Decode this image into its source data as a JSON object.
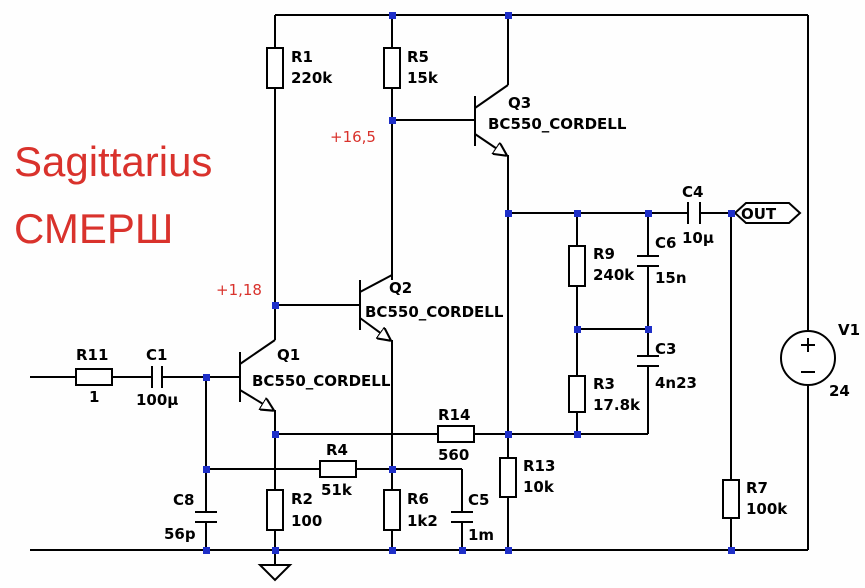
{
  "title": {
    "line1": "Sagittarius",
    "line2": "СМЕРШ"
  },
  "voltages": {
    "v1": "+16,5",
    "v2": "+1,18"
  },
  "components": {
    "R1": {
      "name": "R1",
      "value": "220k"
    },
    "R2": {
      "name": "R2",
      "value": "100"
    },
    "R3": {
      "name": "R3",
      "value": "17.8k"
    },
    "R4": {
      "name": "R4",
      "value": "51k"
    },
    "R5": {
      "name": "R5",
      "value": "15k"
    },
    "R6": {
      "name": "R6",
      "value": "1k2"
    },
    "R7": {
      "name": "R7",
      "value": "100k"
    },
    "R9": {
      "name": "R9",
      "value": "240k"
    },
    "R11": {
      "name": "R11",
      "value": "1"
    },
    "R13": {
      "name": "R13",
      "value": "10k"
    },
    "R14": {
      "name": "R14",
      "value": "560"
    },
    "C1": {
      "name": "C1",
      "value": "100μ"
    },
    "C3": {
      "name": "C3",
      "value": "4n23"
    },
    "C4": {
      "name": "C4",
      "value": "10μ"
    },
    "C5": {
      "name": "C5",
      "value": "1m"
    },
    "C6": {
      "name": "C6",
      "value": "15n"
    },
    "C8": {
      "name": "C8",
      "value": "56p"
    },
    "Q1": {
      "name": "Q1",
      "value": "BC550_CORDELL"
    },
    "Q2": {
      "name": "Q2",
      "value": "BC550_CORDELL"
    },
    "Q3": {
      "name": "Q3",
      "value": "BC550_CORDELL"
    },
    "V1": {
      "name": "V1",
      "value": "24"
    }
  },
  "out_label": "OUT",
  "colors": {
    "junction": "#1e2fc8",
    "annotation": "#d9322c",
    "wire": "#000000"
  }
}
